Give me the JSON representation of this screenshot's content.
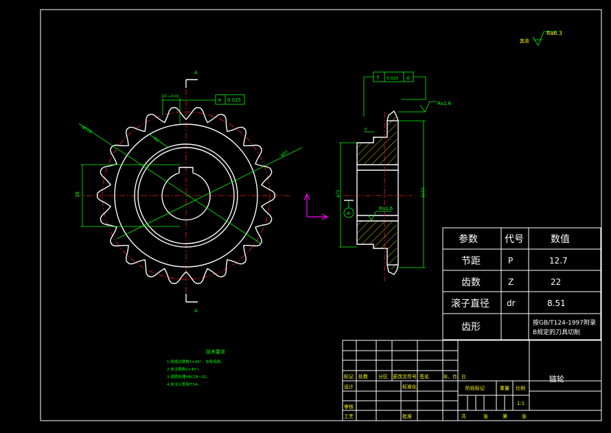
{
  "drawing": {
    "title": "链轮",
    "scale": "1:1",
    "surface_roughness": {
      "note": "其余",
      "general": "Ra6.3",
      "bore": "Ra1.6",
      "face": "Ra1.6"
    },
    "dims": {
      "keyway_width": "10",
      "keyway_tol": "+0.03",
      "symmetry_tol": "0.025",
      "datum": "A",
      "flatness": "f",
      "runout_tol": "0.025",
      "height_38": "38",
      "dia_outer": "φ128",
      "dia_root": "φ101",
      "dia_hub": "φ72",
      "dia_pitch": "φ97",
      "section_mark": "A",
      "r_label": "R5"
    }
  },
  "param_table": {
    "headers": [
      "参数",
      "代号",
      "数值"
    ],
    "rows": [
      {
        "name": "节距",
        "code": "P",
        "value": "12.7"
      },
      {
        "name": "齿数",
        "code": "Z",
        "value": "22"
      },
      {
        "name": "滚子直径",
        "code": "dr",
        "value": "8.51"
      },
      {
        "name": "齿形",
        "code": "",
        "value1": "按GB/T124-1997附录",
        "value2": "B规定的刀具切削"
      }
    ]
  },
  "tech_req": {
    "title": "技术要求",
    "items": [
      "1.各棱边倒角1×45°，去除毛刺。",
      "2.未注倒角1×45°。",
      "3.调质处理HRC28~32。",
      "4.未注公差按IT14。"
    ]
  },
  "title_block": {
    "row_labels": [
      "标记",
      "处数",
      "分区",
      "更改文件号",
      "签名",
      "年、月、日"
    ],
    "labels": {
      "design": "设计",
      "standard": "标准化",
      "review": "审核",
      "process": "工艺",
      "approve": "批准"
    },
    "stage": "阶段标记",
    "weight": "重量",
    "ratio": "比例",
    "sheets": [
      "共",
      "张",
      "第",
      "张"
    ]
  }
}
